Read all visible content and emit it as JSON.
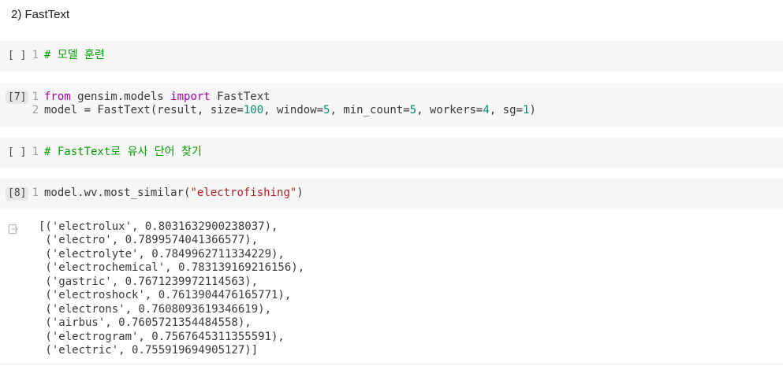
{
  "header": {
    "title": "2) FastText"
  },
  "colors": {
    "cell_background": "#f7f7f7",
    "keyword": "#aa00aa",
    "number": "#008f6b",
    "string": "#b22222",
    "comment": "#00a000",
    "line_number": "#9e9e9e",
    "code_text": "#3a3a3a"
  },
  "notebook": {
    "cells": [
      {
        "prompt": "[ ]",
        "badge": false,
        "lines": [
          {
            "number": "1",
            "tokens": [
              {
                "text": "# 모델 훈련",
                "type": "com"
              }
            ]
          }
        ]
      },
      {
        "prompt": "[7]",
        "badge": true,
        "lines": [
          {
            "number": "1",
            "tokens": [
              {
                "text": "from",
                "type": "kw"
              },
              {
                "text": " gensim.models ",
                "type": "plain"
              },
              {
                "text": "import",
                "type": "kw"
              },
              {
                "text": " FastText",
                "type": "plain"
              }
            ]
          },
          {
            "number": "2",
            "tokens": [
              {
                "text": "model = FastText(result, size=",
                "type": "plain"
              },
              {
                "text": "100",
                "type": "num"
              },
              {
                "text": ", window=",
                "type": "plain"
              },
              {
                "text": "5",
                "type": "num"
              },
              {
                "text": ", min_count=",
                "type": "plain"
              },
              {
                "text": "5",
                "type": "num"
              },
              {
                "text": ", workers=",
                "type": "plain"
              },
              {
                "text": "4",
                "type": "num"
              },
              {
                "text": ", sg=",
                "type": "plain"
              },
              {
                "text": "1",
                "type": "num"
              },
              {
                "text": ")",
                "type": "plain"
              }
            ]
          }
        ]
      },
      {
        "prompt": "[ ]",
        "badge": false,
        "lines": [
          {
            "number": "1",
            "tokens": [
              {
                "text": "# FastText로 유사 단어 찾기",
                "type": "com"
              }
            ]
          }
        ]
      },
      {
        "prompt": "[8]",
        "badge": true,
        "lines": [
          {
            "number": "1",
            "tokens": [
              {
                "text": "model.wv.most_similar(",
                "type": "plain"
              },
              {
                "text": "\"electrofishing\"",
                "type": "str"
              },
              {
                "text": ")",
                "type": "plain"
              }
            ]
          }
        ]
      }
    ]
  },
  "output": {
    "results": [
      {
        "word": "electrolux",
        "score": "0.8031632900238037"
      },
      {
        "word": "electro",
        "score": "0.7899574041366577"
      },
      {
        "word": "electrolyte",
        "score": "0.7849962711334229"
      },
      {
        "word": "electrochemical",
        "score": "0.783139169216156"
      },
      {
        "word": "gastric",
        "score": "0.7671239972114563"
      },
      {
        "word": "electroshock",
        "score": "0.7613904476165771"
      },
      {
        "word": "electrons",
        "score": "0.7608093619346619"
      },
      {
        "word": "airbus",
        "score": "0.7605721354484558"
      },
      {
        "word": "electrogram",
        "score": "0.7567645311355591"
      },
      {
        "word": "electric",
        "score": "0.755919694905127"
      }
    ]
  }
}
